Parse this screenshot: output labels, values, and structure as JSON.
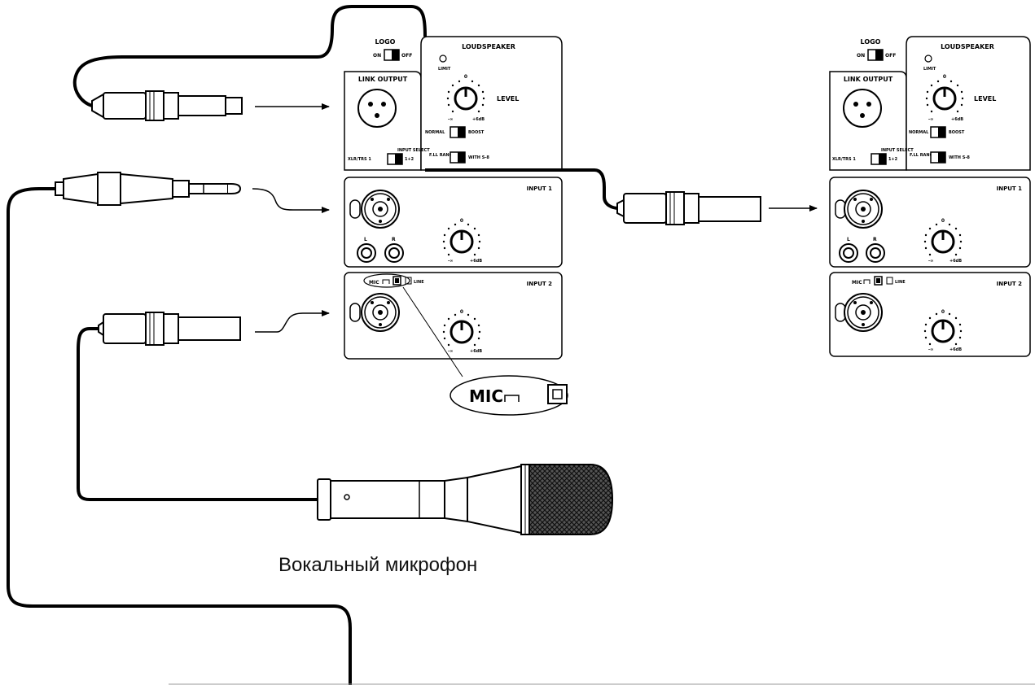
{
  "panels": {
    "logo_title": "LOGO",
    "logo_on": "ON",
    "logo_off": "OFF",
    "loudspeaker_title": "LOUDSPEAKER",
    "limit": "LIMIT",
    "level": "LEVEL",
    "level_zero": "0",
    "level_min": "-∞",
    "level_max": "+6dB",
    "normal": "NORMAL",
    "boost": "BOOST",
    "link_output": "LINK OUTPUT",
    "input_select": "INPUT SELECT",
    "xlr_trs": "XLR/TRS 1",
    "one_plus_two": "1+2",
    "full_range": "F.LL RANGE",
    "with_sub": "WITH S-8",
    "input1": "INPUT 1",
    "input2": "INPUT 2",
    "left": "L",
    "right": "R",
    "mic": "MIC",
    "line": "LINE"
  },
  "callout": {
    "mic": "MIC"
  },
  "caption": "Вокальный микрофон"
}
